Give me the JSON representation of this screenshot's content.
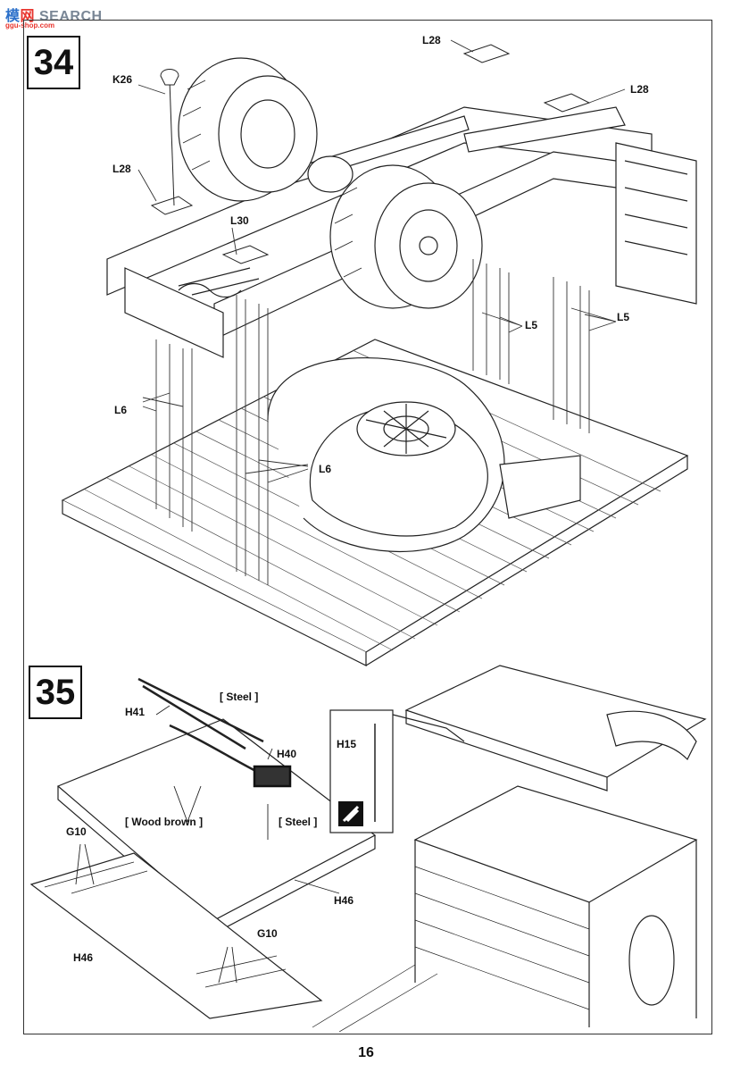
{
  "watermark": {
    "brand_a": "模",
    "brand_b": "网",
    "brand_c": "SEARCH",
    "url": "ggu-shop.com"
  },
  "steps": [
    {
      "number": "34"
    },
    {
      "number": "35"
    }
  ],
  "labels_34": [
    "K26",
    "L28",
    "L28",
    "L28",
    "L30",
    "L5",
    "L5",
    "L6",
    "L6"
  ],
  "labels_35": [
    "H41",
    "[ Steel ]",
    "H40",
    "[ Wood  brown ]",
    "[ Steel ]",
    "G10",
    "G10",
    "H46",
    "H46",
    "H15"
  ],
  "page_number": "16"
}
